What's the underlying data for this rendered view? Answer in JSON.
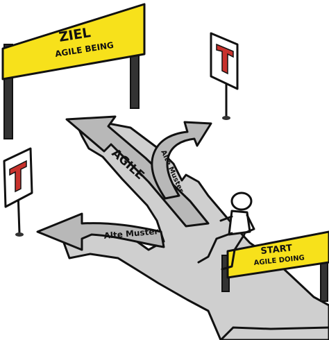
{
  "goal_sign": {
    "title": "ZIEL",
    "subtitle": "AGILE BEING",
    "color": "#f7e11b"
  },
  "start_sign": {
    "title": "START",
    "subtitle": "AGILE DOING",
    "color": "#f7e11b"
  },
  "arrows": {
    "main_label": "AGILE",
    "left_label": "Alte Muster",
    "right_label": "Alte Muster",
    "fill_color": "#b3b3b3"
  },
  "icons": {
    "road_sign_left": "t-junction-sign-icon",
    "road_sign_right": "t-junction-sign-icon",
    "runner": "stick-figure-runner"
  }
}
